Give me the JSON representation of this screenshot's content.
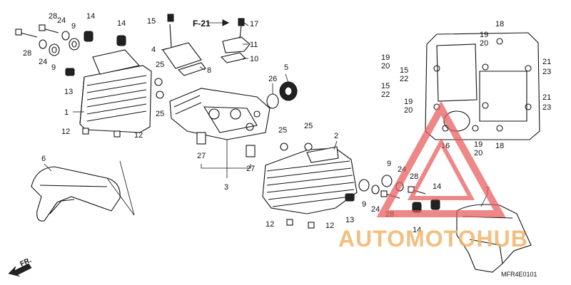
{
  "diagram": {
    "section_ref": "F-21",
    "figure_code": "MFR4E0101",
    "front_indicator": "FR.",
    "watermark": "AUTOMOTOHUB",
    "callouts": [
      {
        "id": "c28a",
        "text": "28"
      },
      {
        "id": "c24a",
        "text": "24"
      },
      {
        "id": "c14a",
        "text": "14"
      },
      {
        "id": "c9a",
        "text": "9"
      },
      {
        "id": "c14b",
        "text": "14"
      },
      {
        "id": "c28b",
        "text": "28"
      },
      {
        "id": "c24b",
        "text": "24"
      },
      {
        "id": "c9b",
        "text": "9"
      },
      {
        "id": "c13a",
        "text": "13"
      },
      {
        "id": "c1",
        "text": "1"
      },
      {
        "id": "c25a",
        "text": "25"
      },
      {
        "id": "c25b",
        "text": "25"
      },
      {
        "id": "c12a",
        "text": "12"
      },
      {
        "id": "c12b",
        "text": "12"
      },
      {
        "id": "c6",
        "text": "6"
      },
      {
        "id": "c15a",
        "text": "15"
      },
      {
        "id": "c4",
        "text": "4"
      },
      {
        "id": "c8",
        "text": "8"
      },
      {
        "id": "c17",
        "text": "17"
      },
      {
        "id": "c11",
        "text": "11"
      },
      {
        "id": "c10",
        "text": "10"
      },
      {
        "id": "c5",
        "text": "5"
      },
      {
        "id": "c26",
        "text": "26"
      },
      {
        "id": "c27a",
        "text": "27"
      },
      {
        "id": "c27b",
        "text": "27"
      },
      {
        "id": "c3",
        "text": "3"
      },
      {
        "id": "c25c",
        "text": "25"
      },
      {
        "id": "c25d",
        "text": "25"
      },
      {
        "id": "c2",
        "text": "2"
      },
      {
        "id": "c13b",
        "text": "13"
      },
      {
        "id": "c12c",
        "text": "12"
      },
      {
        "id": "c12d",
        "text": "12"
      },
      {
        "id": "c9c",
        "text": "9"
      },
      {
        "id": "c9d",
        "text": "9"
      },
      {
        "id": "c24c",
        "text": "24"
      },
      {
        "id": "c24d",
        "text": "24"
      },
      {
        "id": "c28c",
        "text": "28"
      },
      {
        "id": "c28d",
        "text": "28"
      },
      {
        "id": "c14c",
        "text": "14"
      },
      {
        "id": "c14d",
        "text": "14"
      },
      {
        "id": "c7",
        "text": "7"
      },
      {
        "id": "c18a",
        "text": "18"
      },
      {
        "id": "c19a",
        "text": "19"
      },
      {
        "id": "c20a",
        "text": "20"
      },
      {
        "id": "c19b",
        "text": "19"
      },
      {
        "id": "c20b",
        "text": "20"
      },
      {
        "id": "c21a",
        "text": "21"
      },
      {
        "id": "c23a",
        "text": "23"
      },
      {
        "id": "c15b",
        "text": "15"
      },
      {
        "id": "c22a",
        "text": "22"
      },
      {
        "id": "c15c",
        "text": "15"
      },
      {
        "id": "c22b",
        "text": "22"
      },
      {
        "id": "c19c",
        "text": "19"
      },
      {
        "id": "c20c",
        "text": "20"
      },
      {
        "id": "c21b",
        "text": "21"
      },
      {
        "id": "c23b",
        "text": "23"
      },
      {
        "id": "c16",
        "text": "16"
      },
      {
        "id": "c19d",
        "text": "19"
      },
      {
        "id": "c20d",
        "text": "20"
      },
      {
        "id": "c18b",
        "text": "18"
      }
    ]
  }
}
